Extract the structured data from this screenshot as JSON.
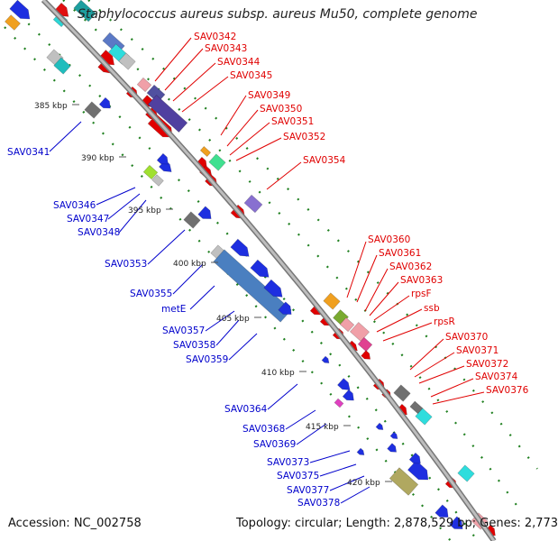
{
  "title": "Staphylococcus aureus subsp. aureus Mu50, complete genome",
  "footer": {
    "accession": "Accession: NC_002758",
    "summary": "Topology: circular; Length: 2,878,529 bp; Genes: 2,773"
  },
  "colors": {
    "forward_label": "#e00000",
    "reverse_label": "#0000cc",
    "backbone": "#999999",
    "tick": "#208020"
  },
  "kbp_marks": [
    "385 kbp",
    "390 kbp",
    "395 kbp",
    "400 kbp",
    "405 kbp",
    "410 kbp",
    "415 kbp",
    "420 kbp"
  ],
  "right_labels": [
    "SAV0342",
    "SAV0343",
    "SAV0344",
    "SAV0345",
    "SAV0349",
    "SAV0350",
    "SAV0351",
    "SAV0352",
    "SAV0354",
    "SAV0360",
    "SAV0361",
    "SAV0362",
    "SAV0363",
    "rpsF",
    "ssb",
    "rpsR",
    "SAV0370",
    "SAV0371",
    "SAV0372",
    "SAV0374",
    "SAV0376"
  ],
  "left_labels": [
    "SAV0341",
    "SAV0346",
    "SAV0347",
    "SAV0348",
    "SAV0353",
    "SAV0355",
    "metE",
    "SAV0357",
    "SAV0358",
    "SAV0359",
    "SAV0364",
    "SAV0368",
    "SAV0369",
    "SAV0373",
    "SAV0375",
    "SAV0377",
    "SAV0378"
  ]
}
